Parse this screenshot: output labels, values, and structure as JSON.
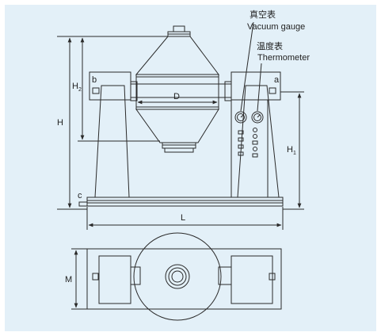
{
  "labels": {
    "vacuum_cn": "真空表",
    "vacuum_en": "Vacuum gauge",
    "thermo_cn": "温度表",
    "thermo_en": "Thermometer",
    "D": "D",
    "H": "H",
    "H2": "H",
    "H2_sub": "2",
    "H1": "H",
    "H1_sub": "1",
    "L": "L",
    "M": "M",
    "a": "a",
    "b": "b",
    "c": "c"
  },
  "colors": {
    "background": "#e3f0f8",
    "line": "#2a2a2a"
  }
}
